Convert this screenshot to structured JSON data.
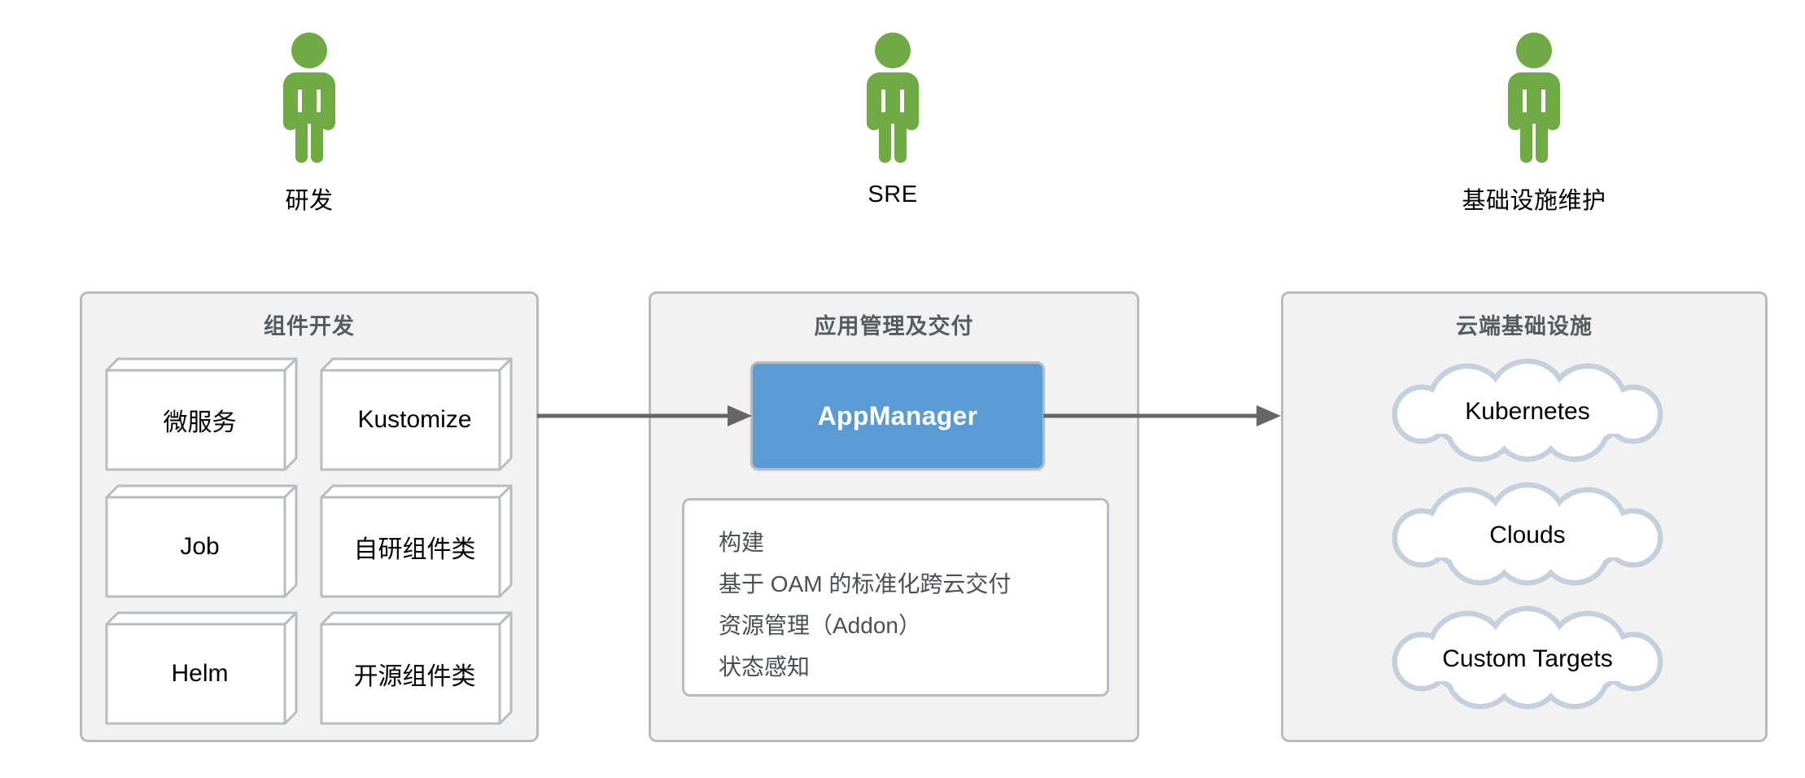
{
  "colors": {
    "actor_green": "#70aa44",
    "panel_fill": "#f2f2f2",
    "panel_border": "#b6bcc0",
    "appmanager_blue": "#5b9bd5",
    "cloud_stroke": "#c5d0de",
    "arrow_gray": "#666666",
    "cube_border": "#b6bcc0"
  },
  "actors": [
    {
      "label": "研发",
      "icon": "person-icon"
    },
    {
      "label": "SRE",
      "icon": "person-icon"
    },
    {
      "label": "基础设施维护",
      "icon": "person-icon"
    }
  ],
  "panels": {
    "components": {
      "title": "组件开发",
      "boxes": [
        {
          "label": "微服务"
        },
        {
          "label": "Kustomize"
        },
        {
          "label": "Job"
        },
        {
          "label": "自研组件类"
        },
        {
          "label": "Helm"
        },
        {
          "label": "开源组件类"
        }
      ]
    },
    "app_management": {
      "title": "应用管理及交付",
      "primary_box": "AppManager",
      "features": [
        "构建",
        "基于 OAM 的标准化跨云交付",
        "资源管理（Addon）",
        "状态感知"
      ]
    },
    "cloud_infra": {
      "title": "云端基础设施",
      "clouds": [
        {
          "label": "Kubernetes"
        },
        {
          "label": "Clouds"
        },
        {
          "label": "Custom Targets"
        }
      ]
    }
  },
  "arrows": [
    {
      "name": "components-to-appmanager"
    },
    {
      "name": "appmanager-to-cloud"
    }
  ]
}
